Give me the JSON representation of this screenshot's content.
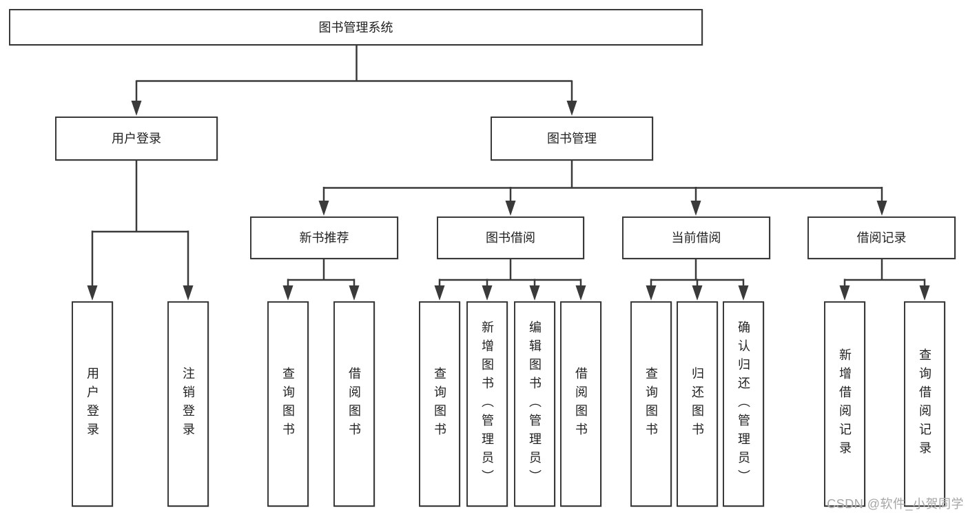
{
  "diagram": {
    "root": {
      "label": "图书管理系统"
    },
    "branches": [
      {
        "label": "用户登录",
        "children": [
          {
            "label": "用户登录"
          },
          {
            "label": "注销登录"
          }
        ]
      },
      {
        "label": "图书管理",
        "children": [
          {
            "label": "新书推荐",
            "children": [
              {
                "label": "查询图书"
              },
              {
                "label": "借阅图书"
              }
            ]
          },
          {
            "label": "图书借阅",
            "children": [
              {
                "label": "查询图书"
              },
              {
                "label": "新增图书（管理员）"
              },
              {
                "label": "编辑图书（管理员）"
              },
              {
                "label": "借阅图书"
              }
            ]
          },
          {
            "label": "当前借阅",
            "children": [
              {
                "label": "查询图书"
              },
              {
                "label": "归还图书"
              },
              {
                "label": "确认归还（管理员）"
              }
            ]
          },
          {
            "label": "借阅记录",
            "children": [
              {
                "label": "新增借阅记录"
              },
              {
                "label": "查询借阅记录"
              }
            ]
          }
        ]
      }
    ]
  },
  "watermark": {
    "text": "CSDN @软件_小贺同学"
  },
  "colors": {
    "background": "#ffffff",
    "line": "#3a3a3a",
    "box_border": "#3a3a3a",
    "text": "#222222",
    "watermark": "#a6a6a6"
  }
}
